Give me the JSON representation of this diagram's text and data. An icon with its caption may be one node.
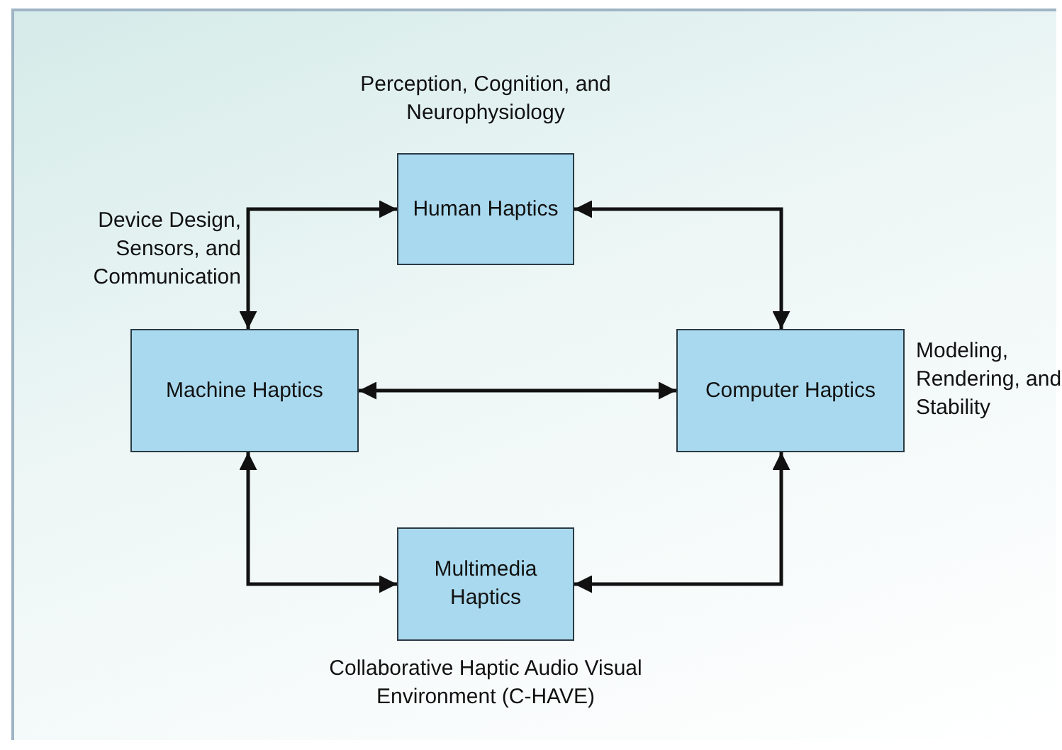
{
  "diagram": {
    "nodes": [
      {
        "text": [
          "Human Haptics"
        ],
        "beside": [
          "Perception, Cognition, and Neurophysiology"
        ]
      },
      {
        "text": [
          "Machine Haptics"
        ],
        "beside": [
          "Device Design, Sensors, and Communication"
        ]
      },
      {
        "text": [
          "Computer Haptics"
        ],
        "beside": [
          "Modeling, Rendering, and Stability"
        ]
      },
      {
        "text": [
          "Multimedia Haptics"
        ],
        "beside": [
          "Collaborative Haptic Audio Visual Environment (C-HAVE)"
        ]
      }
    ],
    "edges": [
      {
        "from": 0,
        "to": 1,
        "arrow": "both"
      },
      {
        "from": 0,
        "to": 2,
        "arrow": "both"
      },
      {
        "from": 1,
        "to": 2,
        "arrow": "both"
      },
      {
        "from": 1,
        "to": 3,
        "arrow": "both"
      },
      {
        "from": 2,
        "to": 3,
        "arrow": "both"
      }
    ]
  }
}
